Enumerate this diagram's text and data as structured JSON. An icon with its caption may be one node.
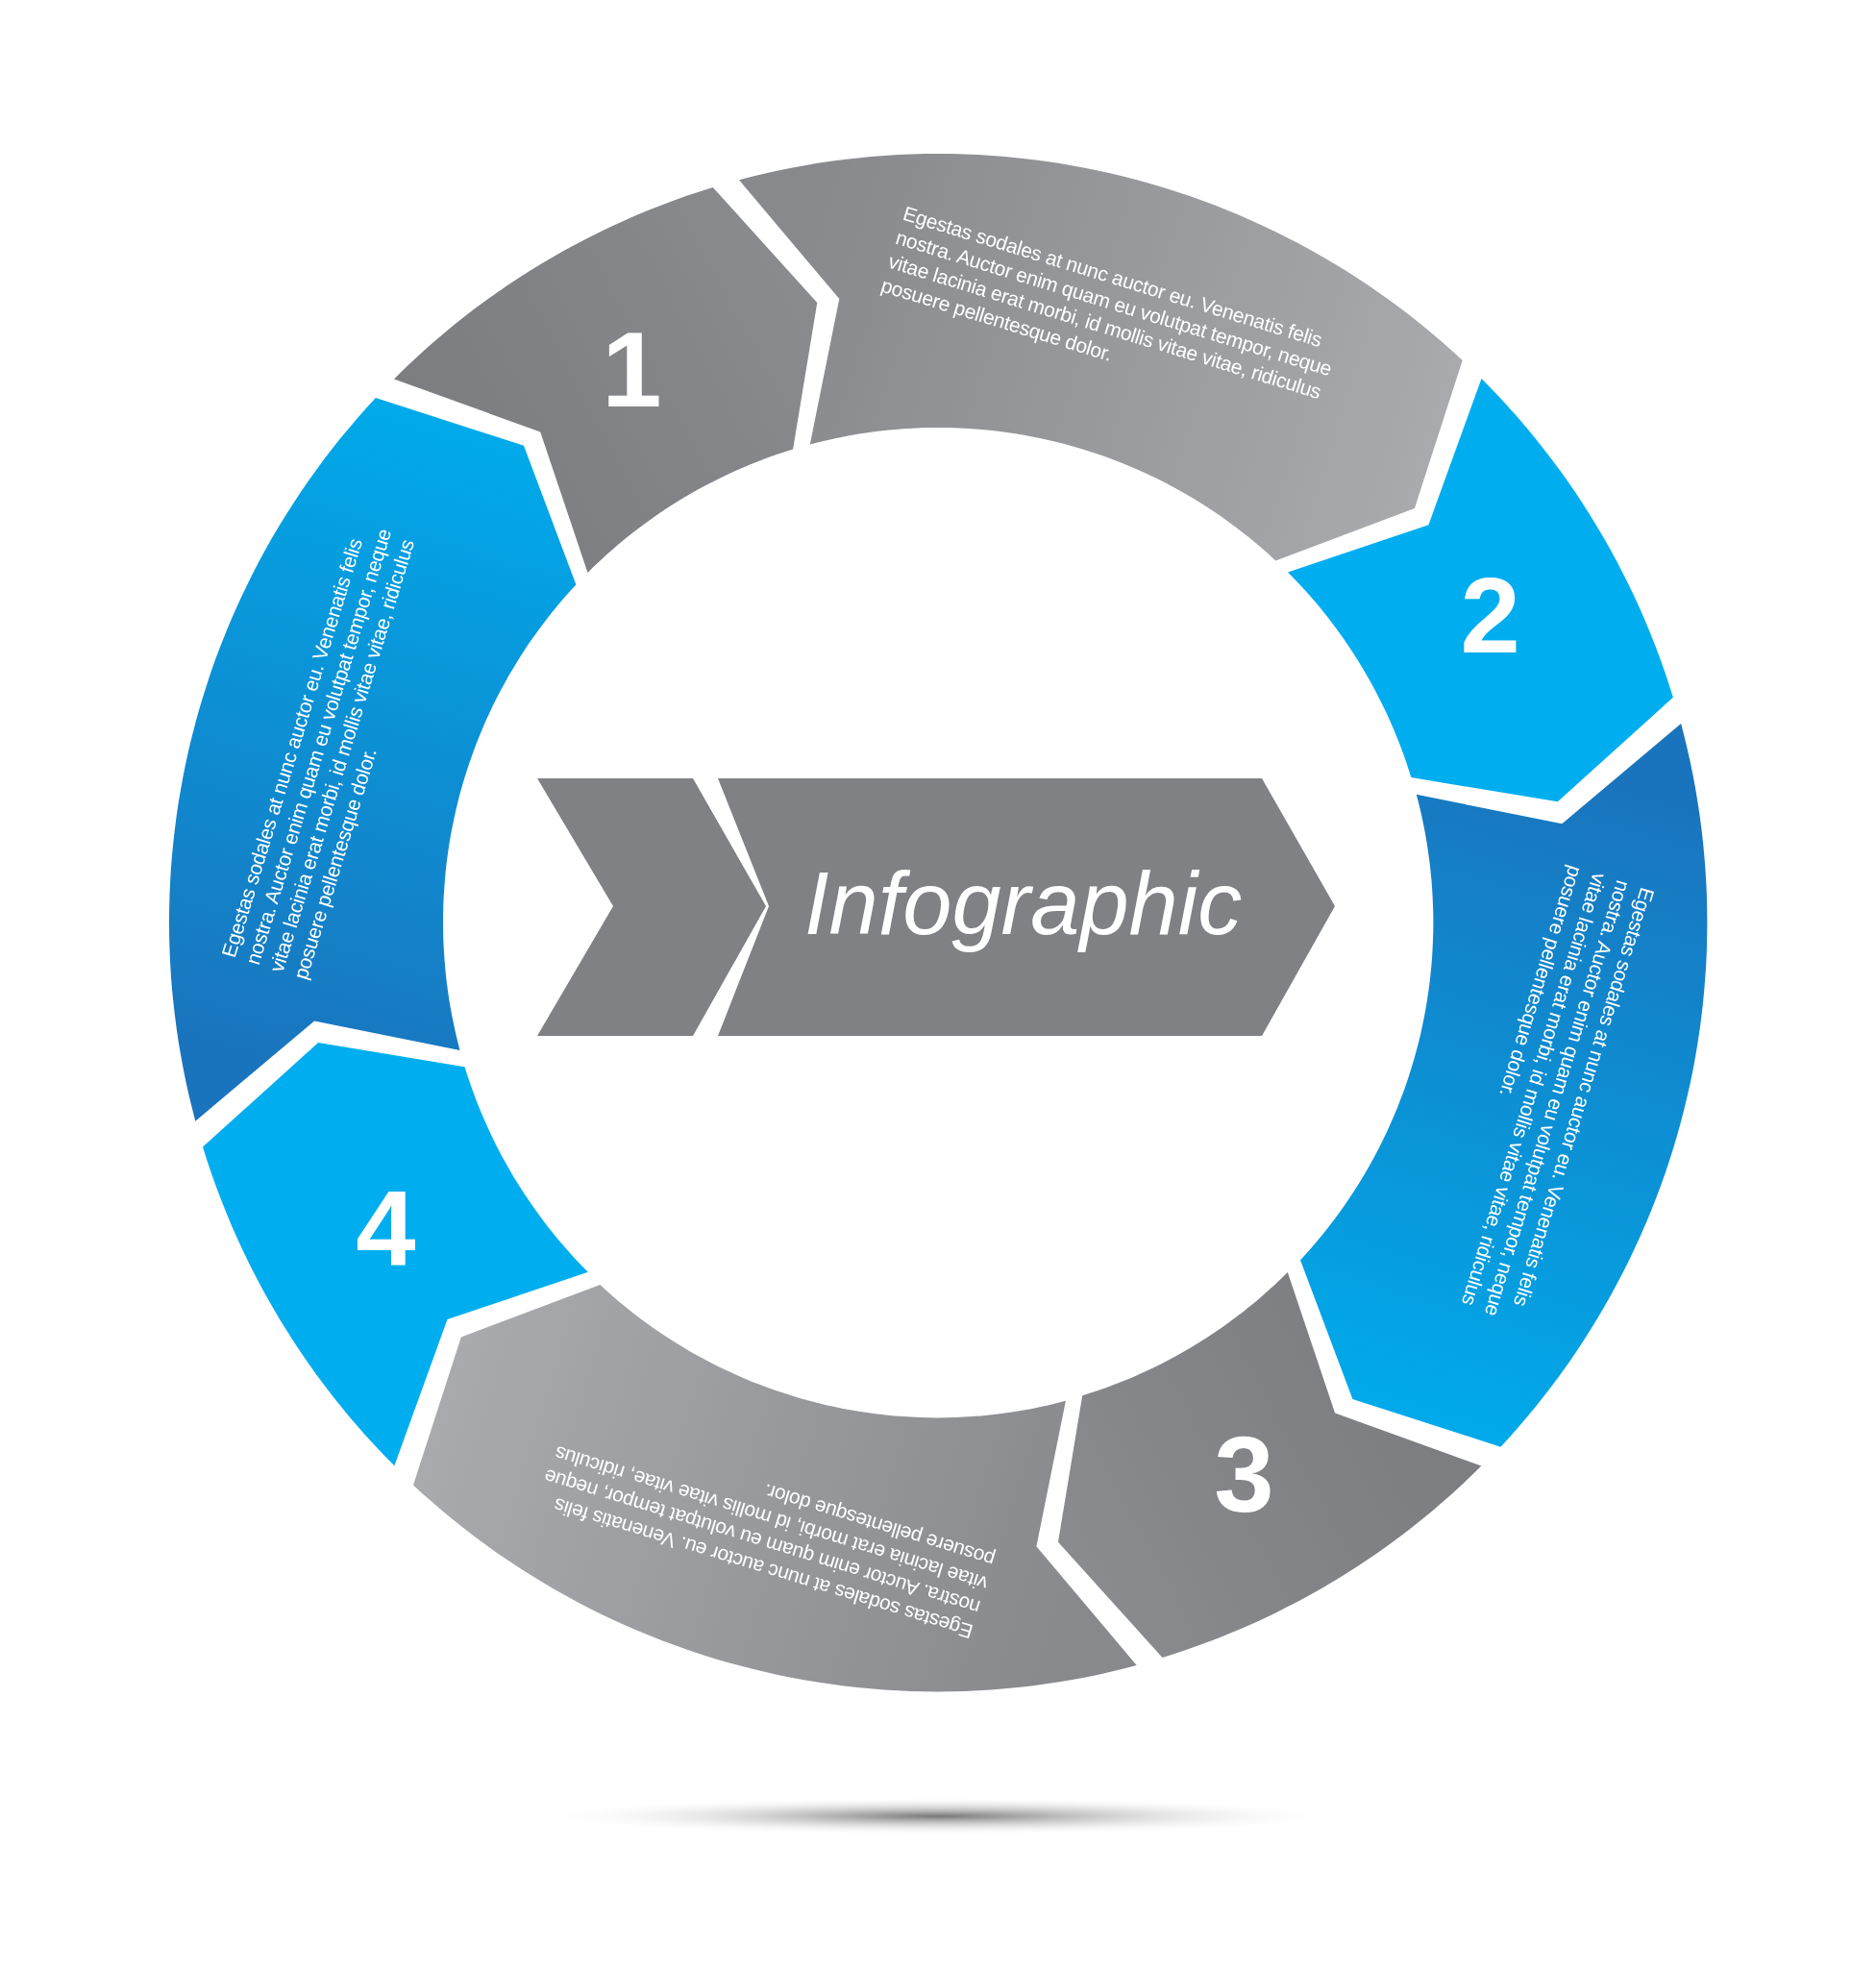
{
  "diagram": {
    "nodes": [
      {
        "text": [
          "1"
        ]
      },
      {
        "text": [
          "Egestas sodales at nunc auctor eu. Venenatis felis nostra. Auctor enim quam eu volutpat tempor, neque vitae lacinia erat morbi, id mollis vitae vitae, ridiculus posuere pellentesque dolor."
        ]
      },
      {
        "text": [
          "2"
        ]
      },
      {
        "text": [
          "Egestas sodales at nunc auctor eu. Venenatis felis nostra. Auctor enim quam eu volutpat tempor, neque vitae lacinia erat morbi, id mollis vitae vitae, ridiculus posuere pellentesque dolor."
        ]
      },
      {
        "text": [
          "3"
        ]
      },
      {
        "text": [
          "Egestas sodales at nunc auctor eu. Venenatis felis nostra. Auctor enim quam eu volutpat tempor, neque vitae lacinia erat morbi, id mollis vitae vitae, ridiculus posuere pellentesque dolor."
        ]
      },
      {
        "text": [
          "4"
        ]
      },
      {
        "text": [
          "Egestas sodales at nunc auctor eu. Venenatis felis nostra. Auctor enim quam eu volutpat tempor, neque vitae lacinia erat morbi, id mollis vitae vitae, ridiculus posuere pellentesque dolor."
        ]
      },
      {
        "text": [],
        "shape": "chevron"
      },
      {
        "text": [
          "Infographic"
        ]
      }
    ]
  }
}
